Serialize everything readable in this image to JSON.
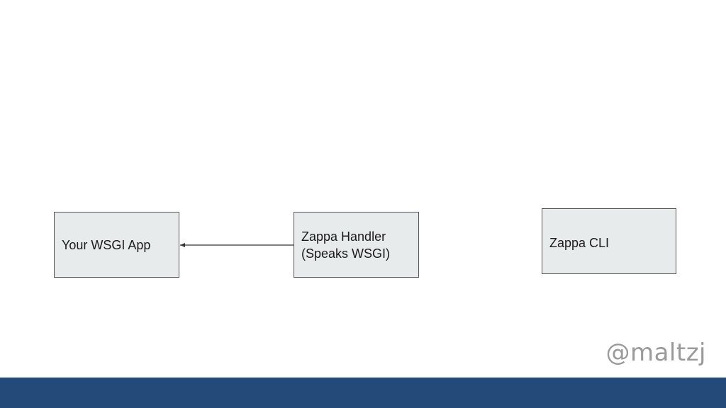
{
  "diagram": {
    "nodes": [
      {
        "id": "app",
        "label": "Your WSGI App"
      },
      {
        "id": "handler",
        "label": "Zappa Handler\n(Speaks WSGI)"
      },
      {
        "id": "cli",
        "label": "Zappa CLI"
      }
    ],
    "edges": [
      {
        "from": "handler",
        "to": "app"
      }
    ]
  },
  "footer": {
    "handle": "@maltzj",
    "bar_color": "#234a78"
  },
  "colors": {
    "box_fill": "#e8ebec",
    "box_border": "#555555"
  }
}
